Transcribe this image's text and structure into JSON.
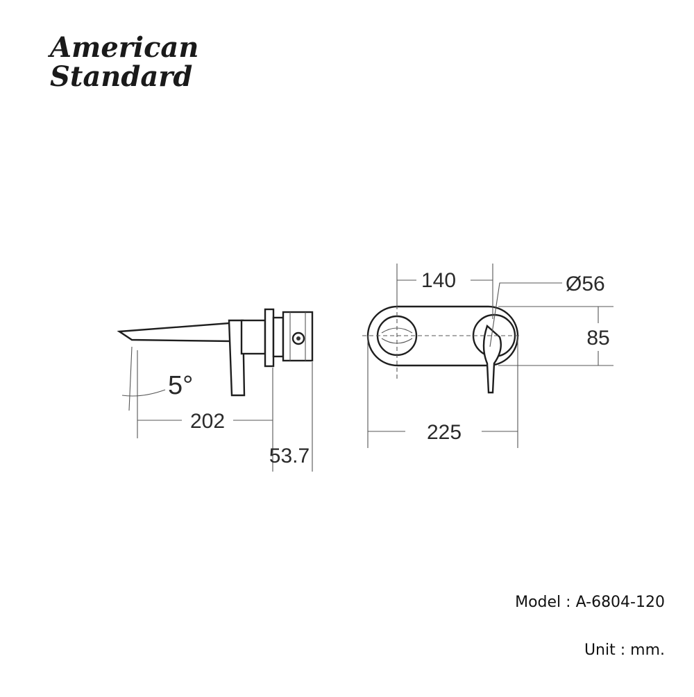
{
  "brand": {
    "line1": "American",
    "line2": "Standard"
  },
  "dimensions": {
    "angle": "5°",
    "spout_length": "202",
    "body_depth": "53.7",
    "handle_spacing": "140",
    "handle_diameter": "Ø56",
    "plate_height": "85",
    "plate_width": "225"
  },
  "footer": {
    "model_label": "Model :",
    "model_value": "A-6804-120",
    "unit_label": "Unit :",
    "unit_value": "mm."
  }
}
